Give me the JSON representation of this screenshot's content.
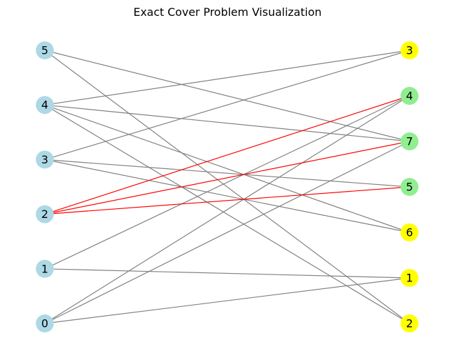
{
  "title": "Exact Cover Problem Visualization",
  "colors": {
    "left_node": "#add8e6",
    "selected_node": "#90ee90",
    "unselected_node": "#ffff00",
    "edge": "#808080",
    "highlight_edge": "#ff0000"
  },
  "left_nodes": [
    {
      "id": "L0",
      "label": "0"
    },
    {
      "id": "L1",
      "label": "1"
    },
    {
      "id": "L2",
      "label": "2"
    },
    {
      "id": "L3",
      "label": "3"
    },
    {
      "id": "L4",
      "label": "4"
    },
    {
      "id": "L5",
      "label": "5"
    }
  ],
  "right_nodes": [
    {
      "id": "R3",
      "label": "3",
      "status": "unselected"
    },
    {
      "id": "R4",
      "label": "4",
      "status": "selected"
    },
    {
      "id": "R7",
      "label": "7",
      "status": "selected"
    },
    {
      "id": "R5",
      "label": "5",
      "status": "selected"
    },
    {
      "id": "R6",
      "label": "6",
      "status": "unselected"
    },
    {
      "id": "R1",
      "label": "1",
      "status": "unselected"
    },
    {
      "id": "R2",
      "label": "2",
      "status": "unselected"
    }
  ],
  "edges": [
    {
      "from": "L5",
      "to": "R7",
      "highlight": false
    },
    {
      "from": "L5",
      "to": "R2",
      "highlight": false
    },
    {
      "from": "L4",
      "to": "R3",
      "highlight": false
    },
    {
      "from": "L4",
      "to": "R7",
      "highlight": false
    },
    {
      "from": "L4",
      "to": "R6",
      "highlight": false
    },
    {
      "from": "L4",
      "to": "R2",
      "highlight": false
    },
    {
      "from": "L3",
      "to": "R3",
      "highlight": false
    },
    {
      "from": "L3",
      "to": "R5",
      "highlight": false
    },
    {
      "from": "L3",
      "to": "R6",
      "highlight": false
    },
    {
      "from": "L2",
      "to": "R4",
      "highlight": true
    },
    {
      "from": "L2",
      "to": "R7",
      "highlight": true
    },
    {
      "from": "L2",
      "to": "R5",
      "highlight": true
    },
    {
      "from": "L1",
      "to": "R4",
      "highlight": false
    },
    {
      "from": "L1",
      "to": "R1",
      "highlight": false
    },
    {
      "from": "L0",
      "to": "R4",
      "highlight": false
    },
    {
      "from": "L0",
      "to": "R7",
      "highlight": false
    },
    {
      "from": "L0",
      "to": "R1",
      "highlight": false
    }
  ]
}
